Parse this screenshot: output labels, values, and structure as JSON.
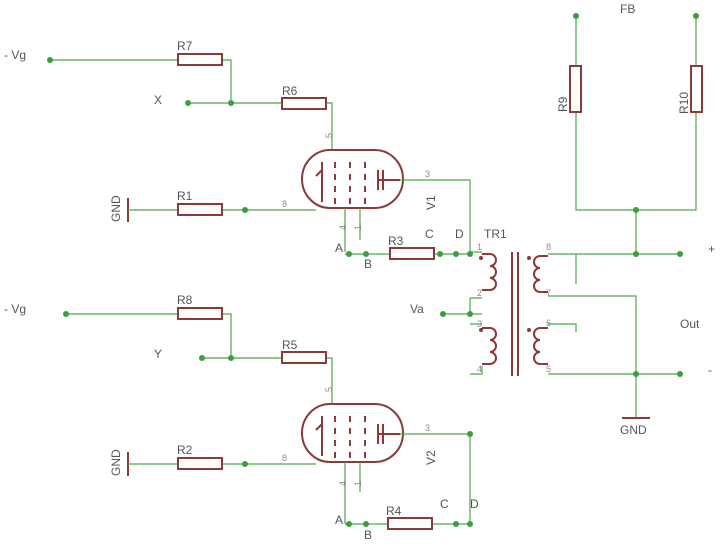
{
  "labels": {
    "neg_vg_top": "- Vg",
    "neg_vg_bottom": "- Vg",
    "x": "X",
    "y": "Y",
    "gnd_top": "GND",
    "gnd_bottom": "GND",
    "gnd_out": "GND",
    "va": "Va",
    "fb": "FB",
    "out": "Out",
    "plus": "+",
    "minus": "-",
    "tr1": "TR1",
    "v1": "V1",
    "v2": "V2",
    "a_top": "A",
    "b_top": "B",
    "c_top": "C",
    "d_top": "D",
    "a_bottom": "A",
    "b_bottom": "B",
    "c_bottom": "C",
    "d_bottom": "D"
  },
  "resistors": {
    "r1": "R1",
    "r2": "R2",
    "r3": "R3",
    "r4": "R4",
    "r5": "R5",
    "r6": "R6",
    "r7": "R7",
    "r8": "R8",
    "r9": "R9",
    "r10": "R10"
  },
  "pins": {
    "v1_p5": "5",
    "v1_p3": "3",
    "v1_p8": "8",
    "v1_p4": "4",
    "v1_p1": "1",
    "v2_p5": "5",
    "v2_p3": "3",
    "v2_p8": "8",
    "v2_p4": "4",
    "v2_p1": "1",
    "tr_p1": "1",
    "tr_p2": "2",
    "tr_p3": "3",
    "tr_p4": "4",
    "tr_p5": "5",
    "tr_p6": "6",
    "tr_p7": "7",
    "tr_p8": "8"
  },
  "colors": {
    "wire": "#4ca64c",
    "component": "#8b3a3a",
    "text": "#555555",
    "pin_number": "#8c8c8c",
    "background": "#ffffff"
  }
}
